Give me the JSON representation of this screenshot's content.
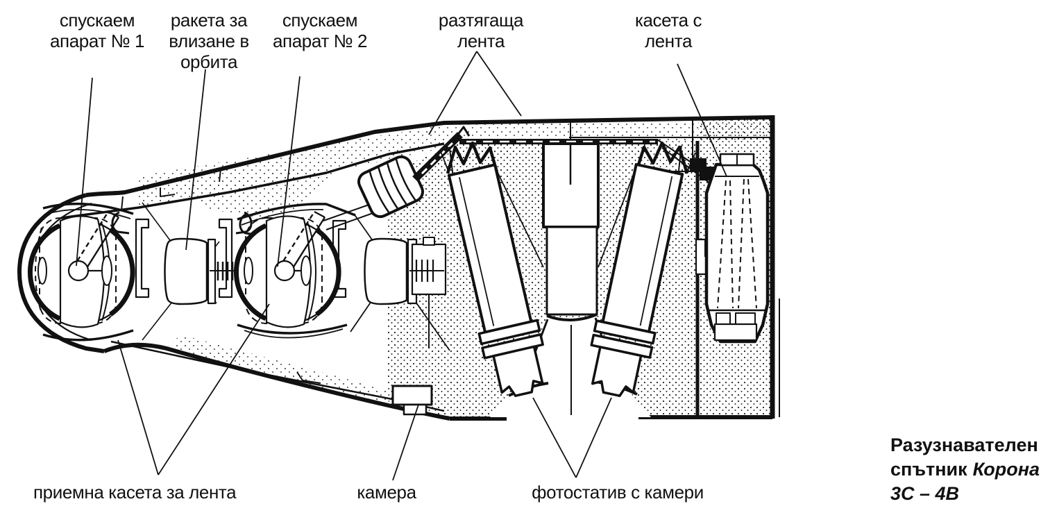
{
  "figure": {
    "colors": {
      "ink": "#111111",
      "paper": "#ffffff"
    },
    "labels": [
      {
        "id": "descent-capsule-1",
        "lines": [
          "спускаем",
          "апарат № 1"
        ]
      },
      {
        "id": "orbit-insertion-rocket",
        "lines": [
          "ракета за",
          "влизане в",
          "орбита"
        ]
      },
      {
        "id": "descent-capsule-2",
        "lines": [
          "спускаем",
          "апарат № 2"
        ]
      },
      {
        "id": "stretching-tape",
        "lines": [
          "разтягаща",
          "лента"
        ]
      },
      {
        "id": "tape-cassette",
        "lines": [
          "касета с",
          "лента"
        ]
      },
      {
        "id": "receiving-tape-cassette",
        "lines": [
          "приемна касета за лента"
        ]
      },
      {
        "id": "camera",
        "lines": [
          "камера"
        ]
      },
      {
        "id": "camera-stand",
        "lines": [
          "фотостатив с камери"
        ]
      }
    ],
    "caption": {
      "line1": "Разузнавателен",
      "line2_regular": "спътник",
      "line2_italic": "Корона",
      "line3": "3С – 4В"
    }
  }
}
